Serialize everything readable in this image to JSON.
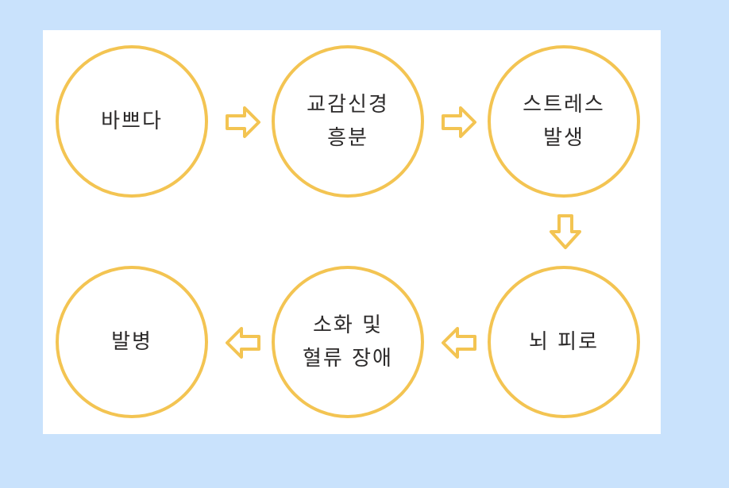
{
  "colors": {
    "background": "#c9e2fc",
    "panel": "#ffffff",
    "circle_stroke": "#f3c452",
    "arrow_fill": "#ffffff",
    "arrow_stroke": "#f3c452",
    "text": "#2c2a2a"
  },
  "nodes": [
    {
      "id": "busy",
      "label": "바쁘다"
    },
    {
      "id": "sympathetic",
      "label": "교감신경\n흥분"
    },
    {
      "id": "stress",
      "label": "스트레스\n발생"
    },
    {
      "id": "brain-fatigue",
      "label": "뇌 피로"
    },
    {
      "id": "digestion",
      "label": "소화 및\n혈류 장애"
    },
    {
      "id": "disease",
      "label": "발병"
    }
  ],
  "arrows": [
    {
      "from": "busy",
      "to": "sympathetic",
      "direction": "right",
      "icon": "arrow-right-icon"
    },
    {
      "from": "sympathetic",
      "to": "stress",
      "direction": "right",
      "icon": "arrow-right-icon"
    },
    {
      "from": "stress",
      "to": "brain-fatigue",
      "direction": "down",
      "icon": "arrow-down-icon"
    },
    {
      "from": "brain-fatigue",
      "to": "digestion",
      "direction": "left",
      "icon": "arrow-left-icon"
    },
    {
      "from": "digestion",
      "to": "disease",
      "direction": "left",
      "icon": "arrow-left-icon"
    }
  ]
}
